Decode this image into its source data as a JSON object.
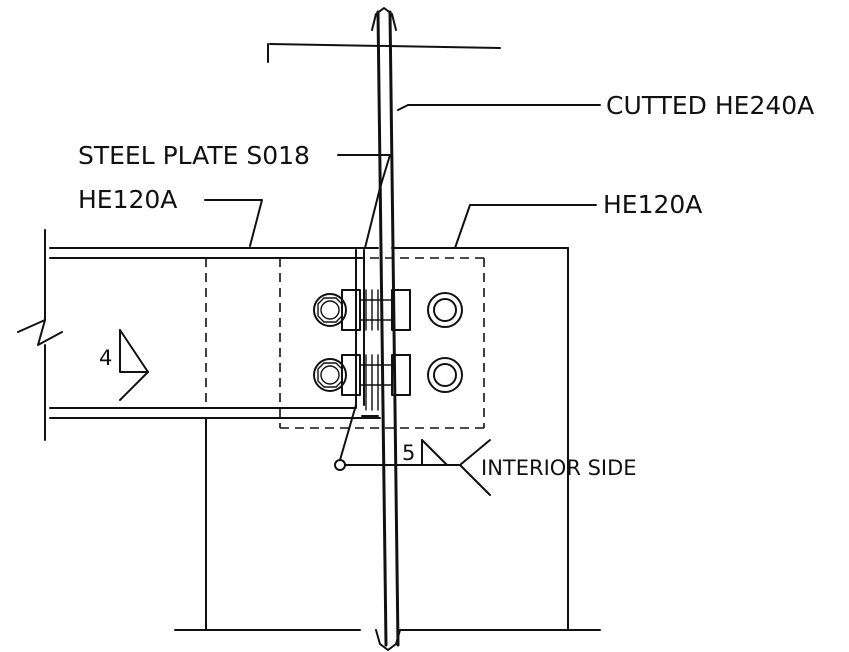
{
  "labels": {
    "cutted_column": "CUTTED HE240A",
    "steel_plate": "STEEL PLATE S018",
    "beam_left": "HE120A",
    "beam_right": "HE120A",
    "interior_side": "INTERIOR SIDE"
  },
  "welds": {
    "weld_size_left": "4",
    "weld_size_bottom": "5"
  },
  "colors": {
    "line": "#111111",
    "background": "#ffffff"
  }
}
